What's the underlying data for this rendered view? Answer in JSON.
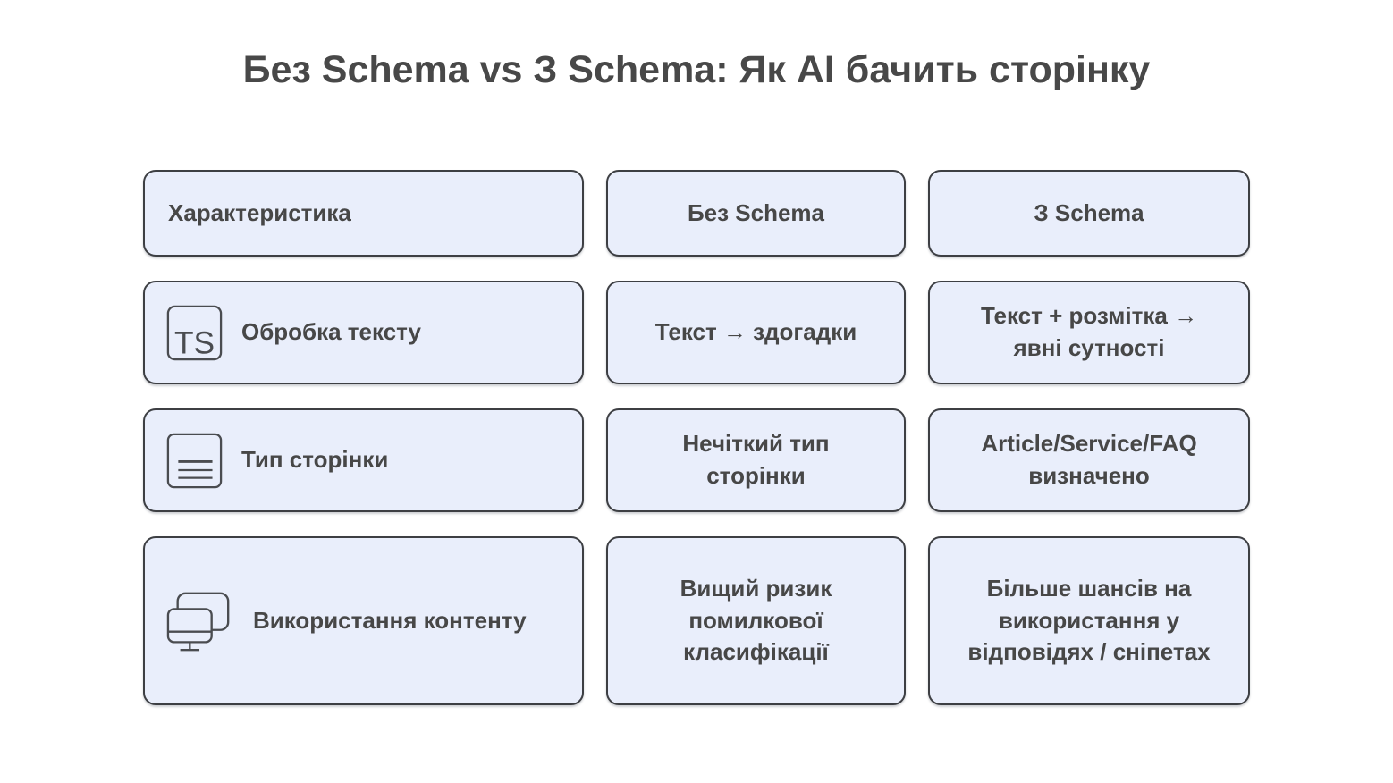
{
  "title": "Без Schema vs З Schema: Як AI бачить сторінку",
  "colors": {
    "page_bg": "#ffffff",
    "card_bg": "#e9eefb",
    "card_border": "#3d3f43",
    "text": "#474747",
    "icon_stroke": "#4a4c50"
  },
  "icons": {
    "ts_label": "TS"
  },
  "table": {
    "headers": [
      {
        "label": "Характеристика"
      },
      {
        "label": "Без Schema"
      },
      {
        "label": "З Schema"
      }
    ],
    "rows": [
      {
        "icon": "text-processing-icon",
        "feature": "Обробка тексту",
        "without_schema": "Текст → здогадки",
        "with_schema": "Текст + розмітка → явні сутності"
      },
      {
        "icon": "document-icon",
        "feature": "Тип сторінки",
        "without_schema": "Нечіткий тип сторінки",
        "with_schema": "Article/Service/FAQ визначено"
      },
      {
        "icon": "monitor-icon",
        "feature": "Використання контенту",
        "without_schema": "Вищий ризик помилкової класифікації",
        "with_schema": "Більше шансів на використання у відповідях / сніпетах"
      }
    ]
  }
}
